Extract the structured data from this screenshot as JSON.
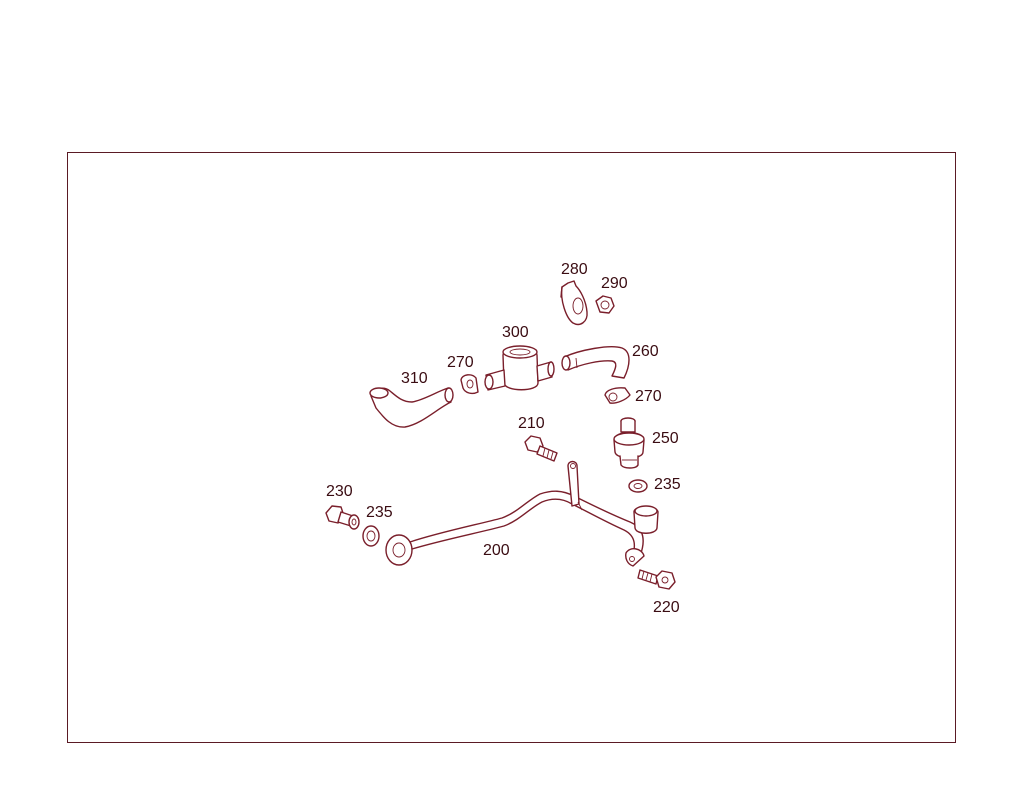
{
  "diagram": {
    "callouts": [
      {
        "id": "c280",
        "label": "280"
      },
      {
        "id": "c290",
        "label": "290"
      },
      {
        "id": "c300",
        "label": "300"
      },
      {
        "id": "c260",
        "label": "260"
      },
      {
        "id": "c270a",
        "label": "270"
      },
      {
        "id": "c310",
        "label": "310"
      },
      {
        "id": "c270b",
        "label": "270"
      },
      {
        "id": "c210",
        "label": "210"
      },
      {
        "id": "c250",
        "label": "250"
      },
      {
        "id": "c235a",
        "label": "235"
      },
      {
        "id": "c230",
        "label": "230"
      },
      {
        "id": "c235b",
        "label": "235"
      },
      {
        "id": "c200",
        "label": "200"
      },
      {
        "id": "c220",
        "label": "220"
      }
    ],
    "colors": {
      "line": "#7a1f2b",
      "text": "#3a0c12",
      "frame": "#5a1a24"
    }
  }
}
